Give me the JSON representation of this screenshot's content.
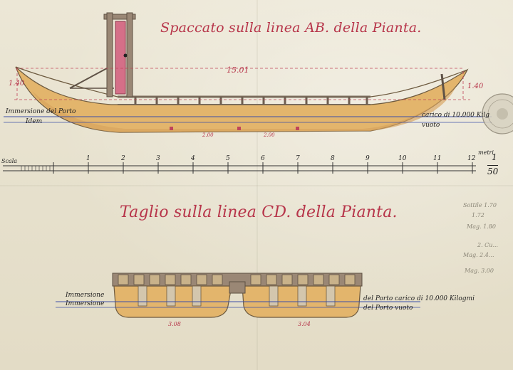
{
  "titles": {
    "top": "Spaccato sulla linea AB. della Pianta.",
    "middle": "Taglio sulla linea CD. della Pianta."
  },
  "top_drawing": {
    "length_label": "15.01",
    "left_height": "1.40",
    "right_height": "1.40",
    "left_waterline_top": "Immersione del Porto",
    "left_waterline_bottom": "Idem",
    "right_waterline_top": "carico di 10.000 Kilg",
    "right_waterline_bottom": "vuoto",
    "frame_labels": [
      "2.00",
      "2.00"
    ]
  },
  "scale_bar": {
    "left_label": "Scala",
    "ticks": [
      "1",
      "2",
      "3",
      "4",
      "5",
      "6",
      "7",
      "8",
      "9",
      "10",
      "11",
      "12"
    ],
    "units_label": "metri",
    "ratio_top": "1",
    "ratio_bottom": "50"
  },
  "section_drawing": {
    "left_top": "Immersione",
    "left_bottom": "Immersione",
    "right_top": "del Porto carico di 10.000 Kilogmi",
    "right_bottom": "del Porto vuoto",
    "left_width": "3.08",
    "right_width": "3.04"
  },
  "margin_notes": [
    "Sottile 1.70",
    "1.72",
    "Mag. 1.80",
    "2. Cu...",
    "Mag. 2.4...",
    "Mag. 3.00"
  ],
  "colors": {
    "paper": "#e9e4d3",
    "title_red": "#b7354a",
    "hull": "#e3b56c",
    "timber": "#9a8775",
    "mast": "#d56f88",
    "waterline": "#3b4fa8"
  }
}
